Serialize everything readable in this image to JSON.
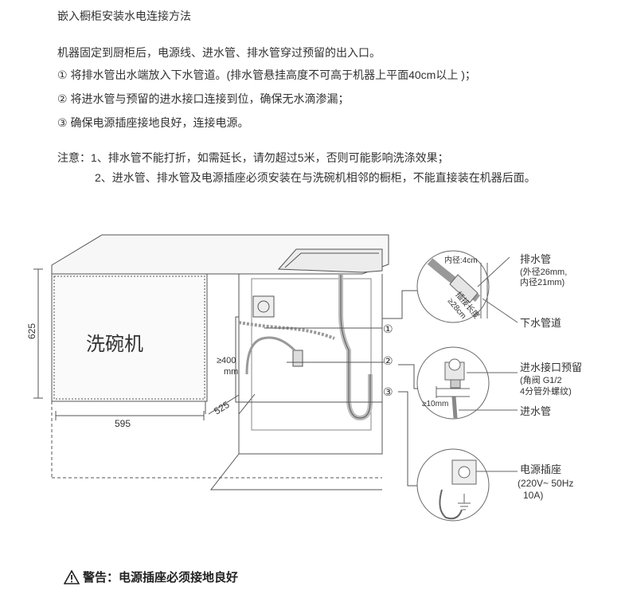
{
  "title": "嵌入橱柜安装水电连接方法",
  "intro": "机器固定到厨柜后，电源线、进水管、排水管穿过预留的出入口。",
  "steps": [
    "① 将排水管出水端放入下水管道。(排水管悬挂高度不可高于机器上平面40cm以上 )；",
    "② 将进水管与预留的进水接口连接到位，确保无水滴渗漏；",
    "③ 确保电源插座接地良好，连接电源。"
  ],
  "note": {
    "line1": "注意：1、排水管不能打折，如需延长，请勿超过5米，否则可能影响洗涤效果；",
    "line2": "2、进水管、排水管及电源插座必须安装在与洗碗机相邻的橱柜，不能直接装在机器后面。"
  },
  "diagram": {
    "appliance_label": "洗碗机",
    "height_dim": "625",
    "width_dim": "595",
    "depth_dim": "525",
    "hang_height": "≥400",
    "hang_unit": "mm",
    "markers": [
      "①",
      "②",
      "③"
    ],
    "drain_detail": {
      "inner_dia": "内径:4cm",
      "label": "排水管",
      "spec1": "(外径26mm,",
      "spec2": "内径21mm)",
      "insert_len": "插接长度",
      "insert_val": "≥28cm",
      "pipe_label": "下水管道"
    },
    "inlet_detail": {
      "label": "进水接口预留",
      "spec1": "(角阀 G1/2",
      "spec2": "4分管外螺纹)",
      "gap": "≥10mm",
      "hose_label": "进水管"
    },
    "power_detail": {
      "label": "电源插座",
      "spec1": "(220V~ 50Hz",
      "spec2": "10A)"
    }
  },
  "warning": "警告：电源插座必须接地良好",
  "colors": {
    "line": "#555555",
    "panel": "#f0f0f0",
    "text": "#333333"
  }
}
